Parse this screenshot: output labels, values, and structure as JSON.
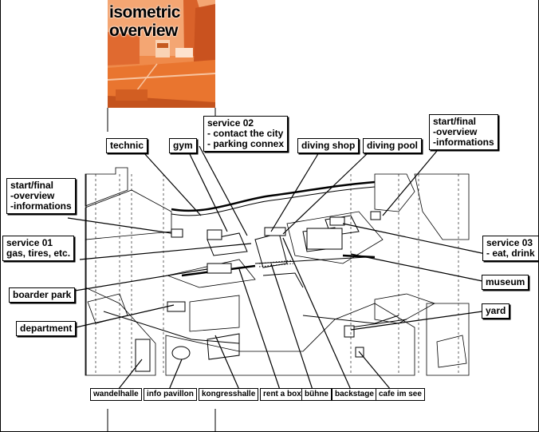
{
  "photo": {
    "title": "isometric\noverview"
  },
  "labels": {
    "technic": "technic",
    "gym": "gym",
    "service02": "service 02\n- contact the city\n- parking connex",
    "diving_shop": "diving shop",
    "diving_pool": "diving pool",
    "start_right": "start/final\n-overview\n-informations",
    "start_left": "start/final\n-overview\n-informations",
    "service01": "service 01\ngas, tires, etc.",
    "service03": "service 03\n- eat, drink",
    "museum": "museum",
    "boarder_park": "boarder park",
    "yard": "yard",
    "department": "department"
  },
  "bottom_labels": [
    "wandelhalle",
    "info pavillon",
    "kongresshalle",
    "rent a box",
    "bühne",
    "backstage",
    "cafe im see"
  ],
  "colors": {
    "accent": "#e9752f",
    "ink": "#000000"
  }
}
